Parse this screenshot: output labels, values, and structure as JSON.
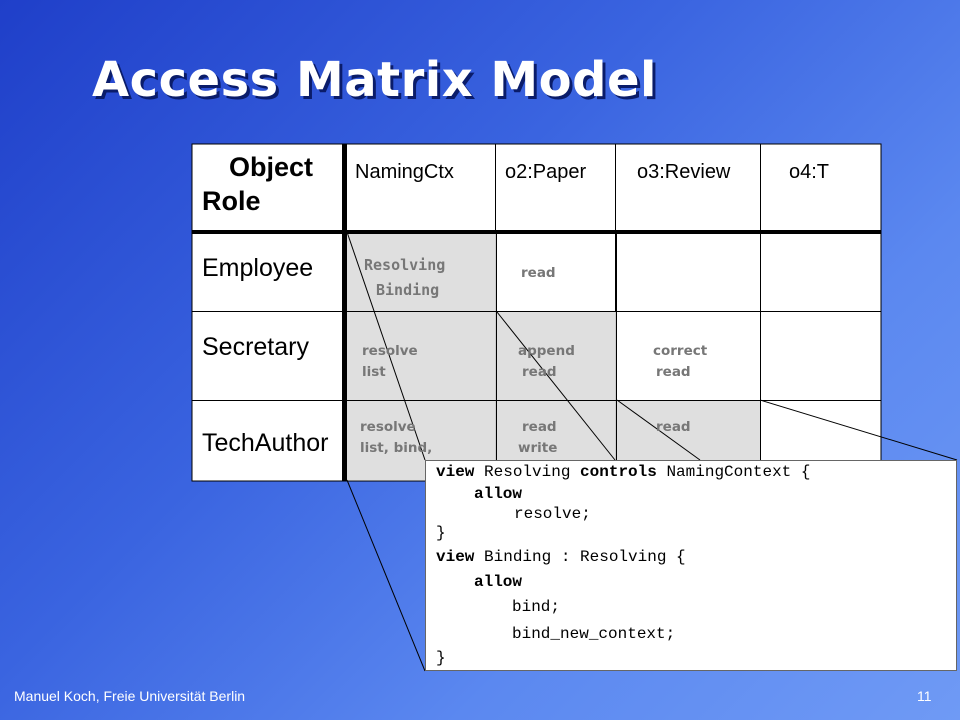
{
  "slide": {
    "title": "Access Matrix Model",
    "footer_author": "Manuel Koch, Freie Universität Berlin",
    "page_number": "11"
  },
  "matrix": {
    "corner_top": "Object",
    "corner_bottom": "Role",
    "objects": [
      "NamingCtx",
      "o2:Paper",
      "o3:Review",
      "o4:T"
    ],
    "roles": [
      "Employee",
      "Secretary",
      "TechAuthor"
    ],
    "cells": {
      "employee_namingctx": [
        "Resolving",
        "Binding"
      ],
      "employee_paper": [
        "read"
      ],
      "secretary_namingctx": [
        "resolve",
        "list"
      ],
      "secretary_paper": [
        "append",
        "read"
      ],
      "secretary_review": [
        "correct",
        "read"
      ],
      "techauthor_namingctx": [
        "resolve",
        "list, bind,"
      ],
      "techauthor_paper": [
        "read",
        "write"
      ],
      "techauthor_review": [
        "read"
      ]
    }
  },
  "code": {
    "l1_kw1": "view",
    "l1_t1": " Resolving ",
    "l1_kw2": "controls",
    "l1_t2": " NamingContext {",
    "l2_kw": "allow",
    "l3": "resolve;",
    "l4": "}",
    "l5_kw": "view",
    "l5_t": " Binding : Resolving {",
    "l6_kw": "allow",
    "l7": "bind;",
    "l8": "bind_new_context;",
    "l9": "}"
  },
  "colors": {
    "background_top": "#1f3fc9",
    "background_bottom": "#6f9af5",
    "title_shadow": "#0a1c6a",
    "shade": "#dcdcdc"
  }
}
